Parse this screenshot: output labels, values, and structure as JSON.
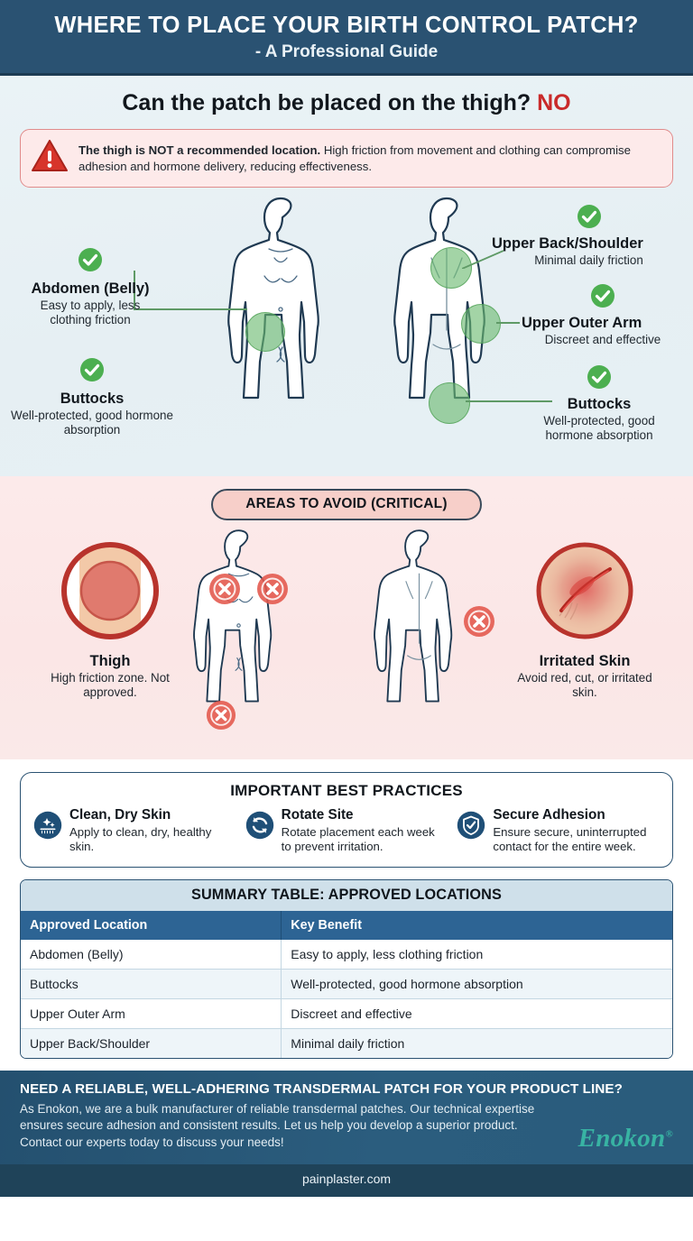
{
  "header": {
    "title": "WHERE TO PLACE YOUR BIRTH CONTROL PATCH?",
    "subtitle": "- A Professional Guide"
  },
  "approved": {
    "question": "Can the patch be placed on the thigh?",
    "answer": "NO",
    "warning": {
      "icon": "warning-triangle-icon",
      "bold": "The thigh is NOT a recommended location.",
      "rest": " High friction from movement and clothing can compromise adhesion and hormone delivery, reducing effectiveness."
    },
    "callouts": [
      {
        "title": "Abdomen (Belly)",
        "sub": "Easy to apply, less clothing friction",
        "icon": "check-circle-icon"
      },
      {
        "title": "Buttocks",
        "sub": "Well-protected, good hormone absorption",
        "icon": "check-circle-icon"
      },
      {
        "title": "Upper Back/Shoulder",
        "sub": "Minimal daily friction",
        "icon": "check-circle-icon"
      },
      {
        "title": "Upper Outer Arm",
        "sub": "Discreet and effective",
        "icon": "check-circle-icon"
      },
      {
        "title": "Buttocks",
        "sub": "Well-protected, good hormone absorption",
        "icon": "check-circle-icon"
      }
    ]
  },
  "avoid": {
    "banner": "AREAS TO AVOID (CRITICAL)",
    "items": [
      {
        "title": "Thigh",
        "sub": "High friction zone. Not approved.",
        "icon": "no-entry-thigh-photo"
      },
      {
        "title": "Irritated Skin",
        "sub": "Avoid red, cut, or irritated skin.",
        "icon": "irritated-skin-photo"
      }
    ]
  },
  "practices": {
    "heading": "IMPORTANT BEST PRACTICES",
    "items": [
      {
        "title": "Clean, Dry Skin",
        "body": "Apply to clean, dry, healthy skin.",
        "icon": "sparkle-skin-icon"
      },
      {
        "title": "Rotate Site",
        "body": "Rotate placement each week to prevent irritation.",
        "icon": "rotate-arrows-icon"
      },
      {
        "title": "Secure Adhesion",
        "body": "Ensure secure, uninterrupted contact for the entire week.",
        "icon": "shield-check-icon"
      }
    ]
  },
  "table": {
    "title": "SUMMARY TABLE: APPROVED LOCATIONS",
    "columns": [
      "Approved Location",
      "Key Benefit"
    ],
    "rows": [
      [
        "Abdomen (Belly)",
        "Easy to apply, less clothing friction"
      ],
      [
        "Buttocks",
        "Well-protected, good hormone absorption"
      ],
      [
        "Upper Outer Arm",
        "Discreet and effective"
      ],
      [
        "Upper Back/Shoulder",
        "Minimal daily friction"
      ]
    ]
  },
  "cta": {
    "heading": "NEED A RELIABLE, WELL-ADHERING TRANSDERMAL PATCH FOR YOUR PRODUCT LINE?",
    "body": "As Enokon, we are a bulk manufacturer of reliable transdermal patches. Our technical expertise ensures secure adhesion and consistent results. Let us help you develop a superior product. Contact our experts today to discuss your needs!",
    "brand": "Enokon",
    "brand_mark": "®"
  },
  "footer": {
    "url": "painplaster.com"
  },
  "colors": {
    "header_blue": "#2a5272",
    "approved_bg": "#e7f0f4",
    "avoid_bg": "#fbe8e8",
    "green": "#4caf50",
    "red": "#c0392b",
    "table_header": "#2d6494",
    "brand_teal": "#38b3a3"
  }
}
